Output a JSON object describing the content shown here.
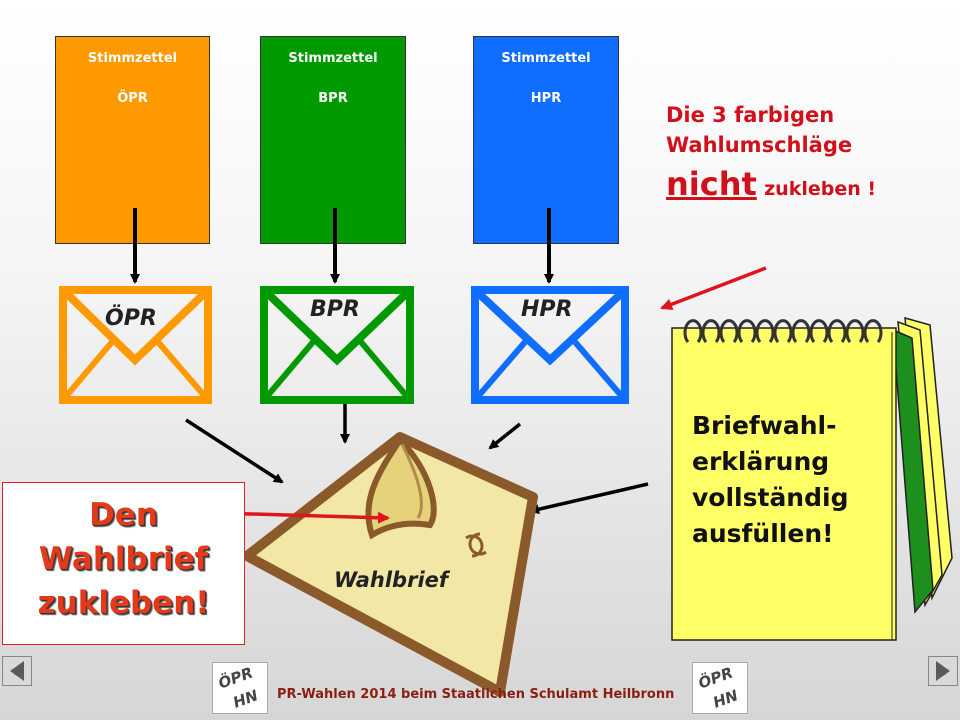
{
  "ballots": [
    {
      "line1": "Stimmzettel",
      "line2": "ÖPR",
      "color": "#ff9900"
    },
    {
      "line1": "Stimmzettel",
      "line2": "BPR",
      "color": "#009a00"
    },
    {
      "line1": "Stimmzettel",
      "line2": "HPR",
      "color": "#0f6dff"
    }
  ],
  "envelopes": [
    {
      "label": "ÖPR",
      "color": "#ff9900"
    },
    {
      "label": "BPR",
      "color": "#009a00"
    },
    {
      "label": "HPR",
      "color": "#0f6dff"
    }
  ],
  "note": {
    "line1": "Die 3 farbigen",
    "line2": "Wahlumschläge",
    "emph": "nicht",
    "rest": "zukleben !"
  },
  "seal_box": {
    "line1": "Den",
    "line2": "Wahlbrief",
    "line3": "zukleben!"
  },
  "letter_label": "Wahlbrief",
  "notepad": {
    "line1": "Briefwahl-",
    "line2": "erklärung",
    "line3": "vollständig",
    "line4": "ausfüllen!"
  },
  "footer_text": "PR-Wahlen 2014 beim Staatlichen Schulamt Heilbronn",
  "logos": [
    {
      "line1": "ÖPR",
      "line2": "HN"
    },
    {
      "line1": "ÖPR",
      "line2": "HN"
    }
  ],
  "colors": {
    "accent_red": "#d0101a",
    "letter_fill": "#f3e7a6",
    "letter_border": "#8b5a2b",
    "notepad_fill": "#ffff66",
    "notepad_green": "#1c8f1c"
  }
}
